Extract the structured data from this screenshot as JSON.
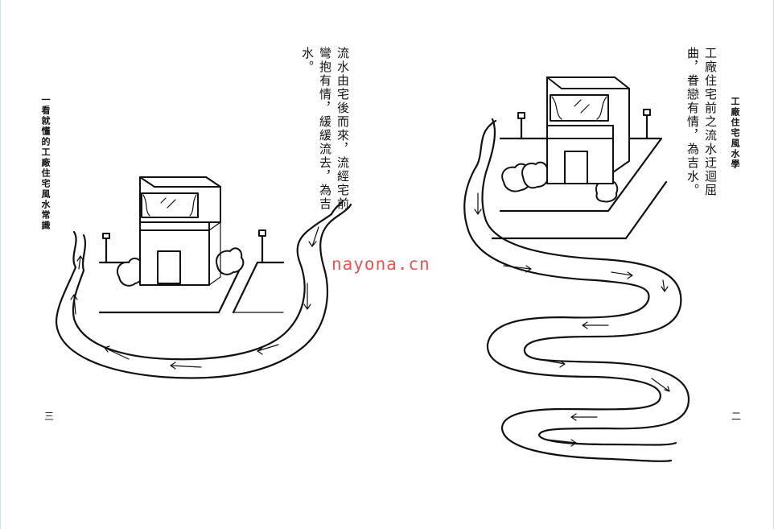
{
  "left_page": {
    "running_header": "一看就懂的工廠住宅風水常識",
    "caption_col1": "流水由宅後而來，流經宅前",
    "caption_col2": "彎抱有情，緩緩流去，為吉",
    "caption_col3": "水。",
    "page_number": "三"
  },
  "right_page": {
    "running_header": "工廠住宅風水學",
    "caption_col1": "工廠住宅前之流水迂迴屈",
    "caption_col2": "曲，眷戀有情，為吉水。",
    "page_number": "二"
  },
  "watermark": "nayona.cn"
}
